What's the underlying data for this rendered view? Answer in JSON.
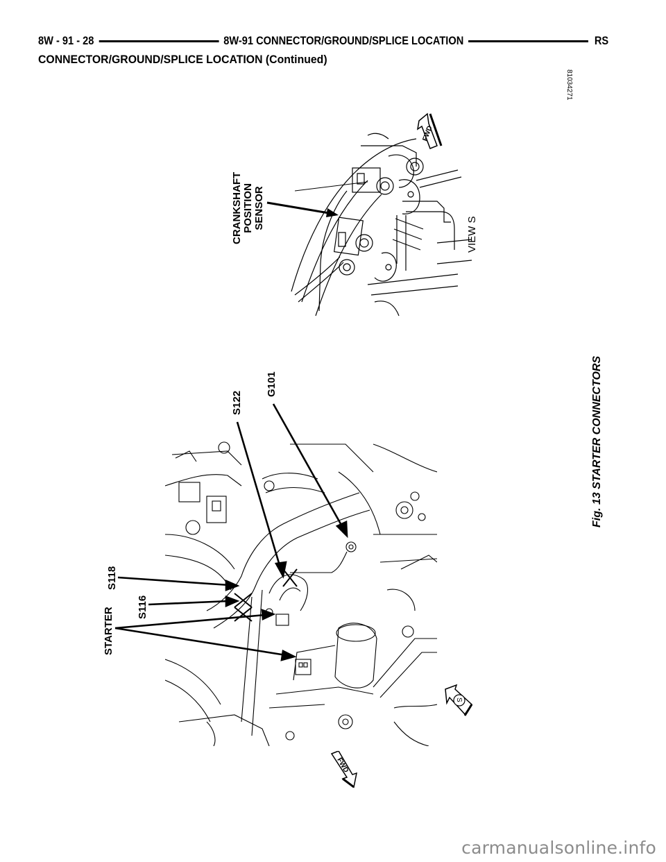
{
  "header": {
    "page_ref": "8W - 91 - 28",
    "section_title": "8W-91 CONNECTOR/GROUND/SPLICE LOCATION",
    "model_code": "RS"
  },
  "subtitle": "CONNECTOR/GROUND/SPLICE LOCATION (Continued)",
  "figure": {
    "id": "81034271",
    "caption": "Fig. 13 STARTER CONNECTORS",
    "view_s": {
      "label": "VIEW S",
      "callouts": [
        {
          "lines": [
            "CRANKSHAFT",
            "POSITION",
            "SENSOR"
          ]
        }
      ],
      "direction_arrow": "FWD"
    },
    "main_view": {
      "callouts": [
        {
          "label": "S122"
        },
        {
          "label": "G101"
        },
        {
          "label": "S118"
        },
        {
          "label": "S116"
        },
        {
          "label": "STARTER"
        }
      ],
      "direction_arrow": "FWD",
      "view_marker": "S"
    }
  },
  "footer": {
    "watermark": "carmanualsonline.info"
  }
}
